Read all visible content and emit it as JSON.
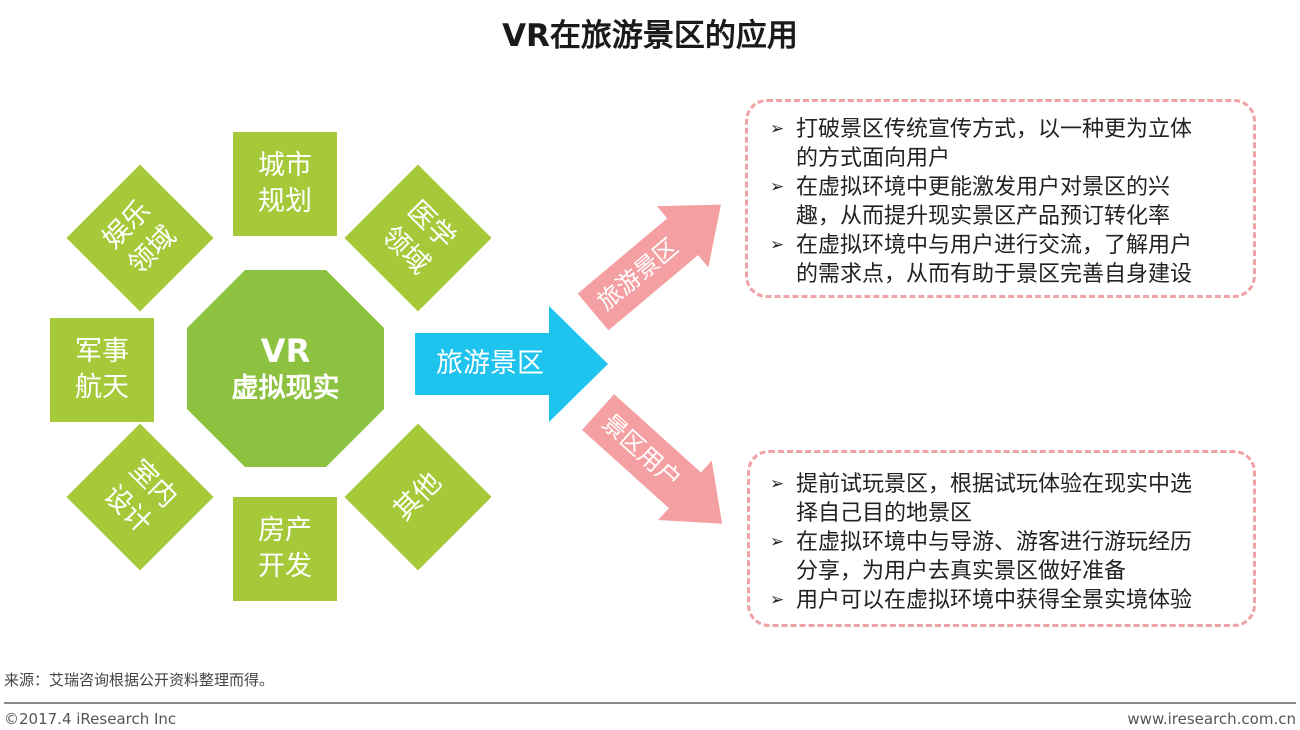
{
  "title": "VR在旅游景区的应用",
  "center": {
    "line1": "VR",
    "line2": "虚拟现实"
  },
  "fields": {
    "urban": [
      "城市",
      "规划"
    ],
    "medical": [
      "医学",
      "领域"
    ],
    "entertainment": [
      "娱乐",
      "领域"
    ],
    "military": [
      "军事",
      "航天"
    ],
    "interior": [
      "室内",
      "设计"
    ],
    "realestate": [
      "房产",
      "开发"
    ],
    "other": [
      "其他"
    ]
  },
  "main_arrow": "旅游景区",
  "branches": [
    {
      "label": "旅游景区",
      "bullets": [
        [
          "打破景区传统宣传方式，以一种更为立体",
          "的方式面向用户"
        ],
        [
          "在虚拟环境中更能激发用户对景区的兴",
          "趣，从而提升现实景区产品预订转化率"
        ],
        [
          "在虚拟环境中与用户进行交流，了解用户",
          "的需求点，从而有助于景区完善自身建设"
        ]
      ]
    },
    {
      "label": "景区用户",
      "bullets": [
        [
          "提前试玩景区，根据试玩体验在现实中选",
          "择自己目的地景区"
        ],
        [
          "在虚拟环境中与导游、游客进行游玩经历",
          "分享，为用户去真实景区做好准备"
        ],
        [
          "用户可以在虚拟环境中获得全景实境体验"
        ]
      ]
    }
  ],
  "bullet_glyph": "➢",
  "source": "来源：艾瑞咨询根据公开资料整理而得。",
  "copyright": "©2017.4 iResearch Inc",
  "website": "www.iresearch.com.cn",
  "colors": {
    "green": "#a6c93a",
    "octagon": "#8cc23f",
    "blue": "#1ec3ee",
    "pink": "#f4a0a3"
  }
}
